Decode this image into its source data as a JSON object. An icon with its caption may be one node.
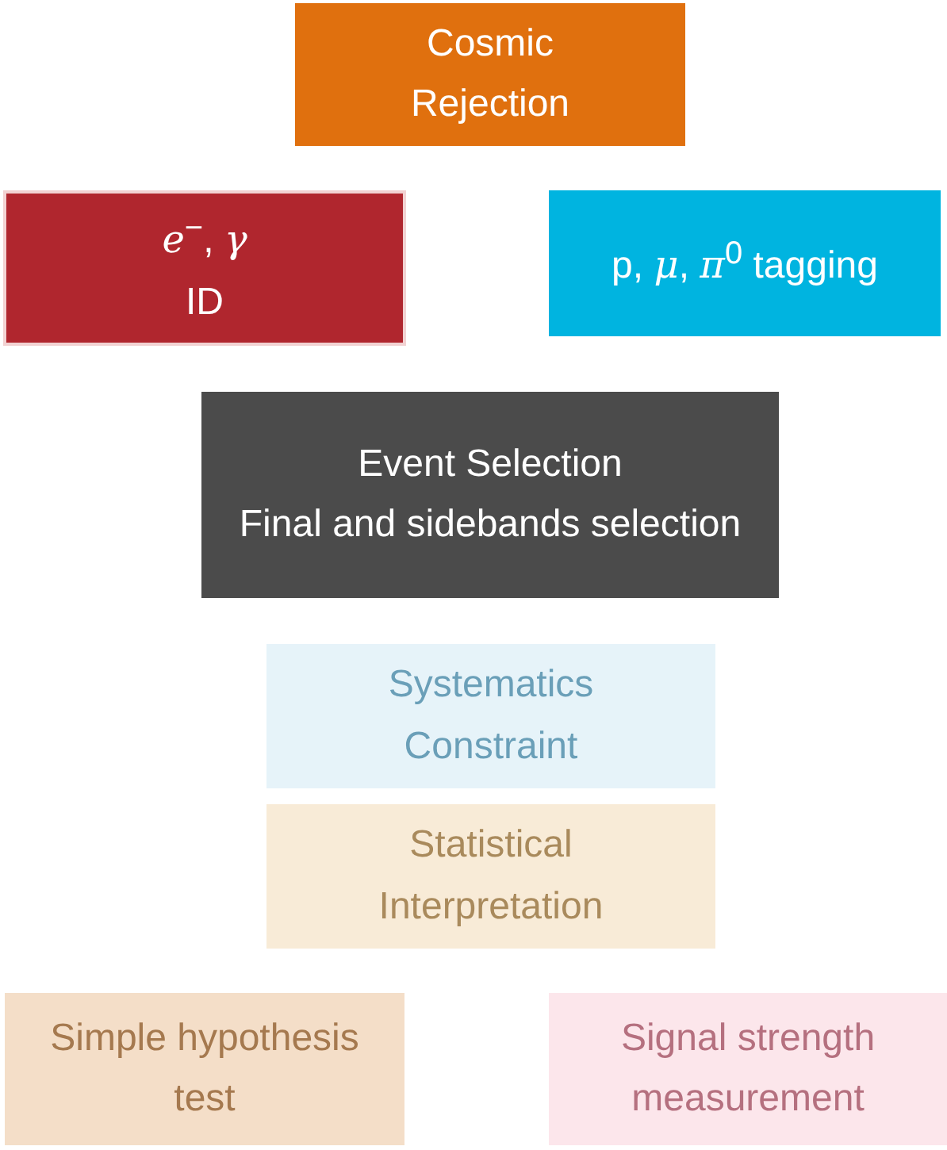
{
  "diagram": {
    "nodes": [
      {
        "text": [
          "Cosmic Rejection"
        ]
      },
      {
        "text": [
          "*e*$^{−}$, *γ*",
          "ID"
        ]
      },
      {
        "text": [
          "p, *μ*, *π*$^{0}$ tagging"
        ]
      },
      {
        "text": [
          "Event Selection",
          "Final and sidebands selection"
        ]
      },
      {
        "text": [
          "Systematics Constraint"
        ]
      },
      {
        "text": [
          "Statistical Interpretation"
        ]
      },
      {
        "text": [
          "Simple hypothesis test"
        ]
      },
      {
        "text": [
          "Signal strength measurement"
        ]
      }
    ]
  }
}
